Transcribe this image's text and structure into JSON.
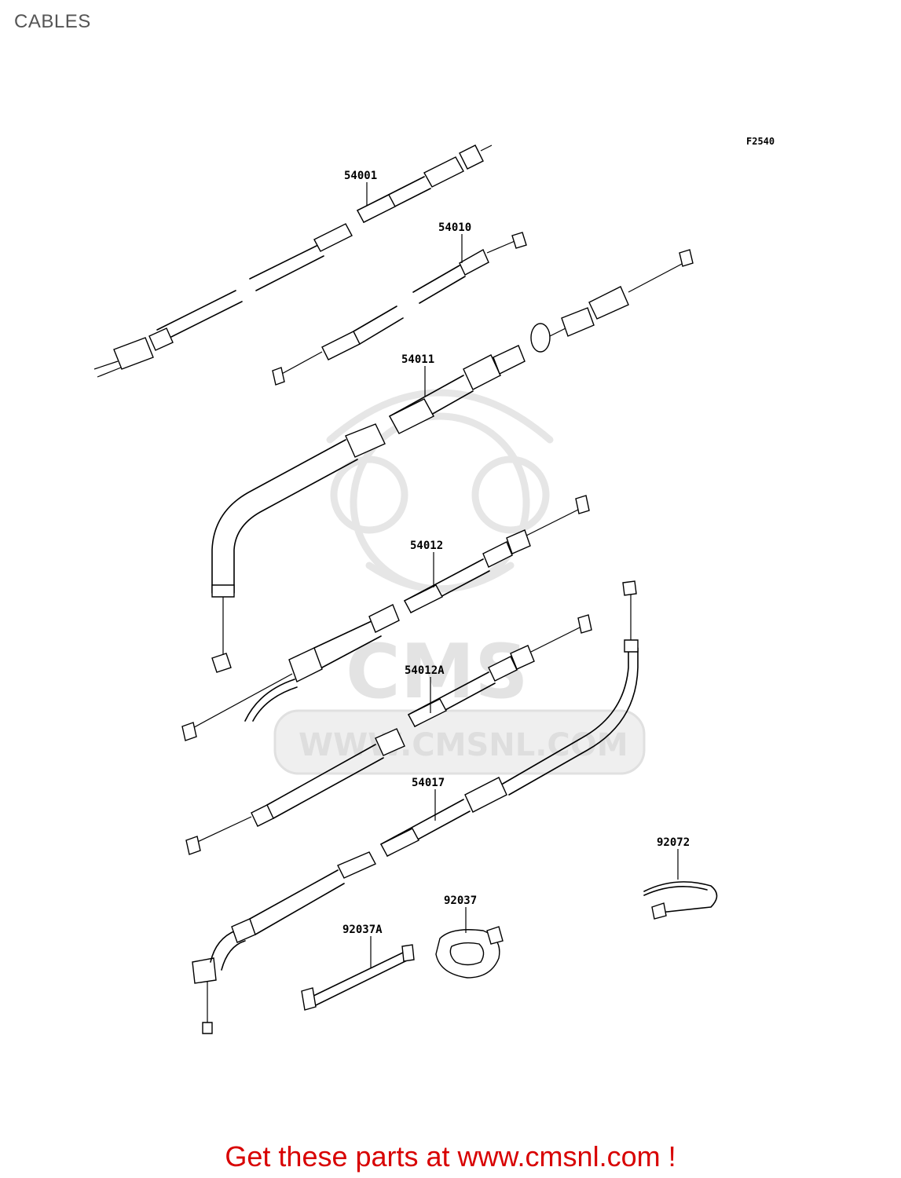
{
  "page": {
    "title": "CABLES"
  },
  "figure": {
    "code": "F2540"
  },
  "parts": [
    {
      "number": "54001"
    },
    {
      "number": "54010"
    },
    {
      "number": "54011"
    },
    {
      "number": "54012"
    },
    {
      "number": "54012A"
    },
    {
      "number": "54017"
    },
    {
      "number": "92072"
    },
    {
      "number": "92037"
    },
    {
      "number": "92037A"
    }
  ],
  "watermark": {
    "brand": "CMS",
    "url": "WWW.CMSNL.COM"
  },
  "footer": {
    "cta": "Get these parts at www.cmsnl.com !",
    "color": "#d80000"
  }
}
